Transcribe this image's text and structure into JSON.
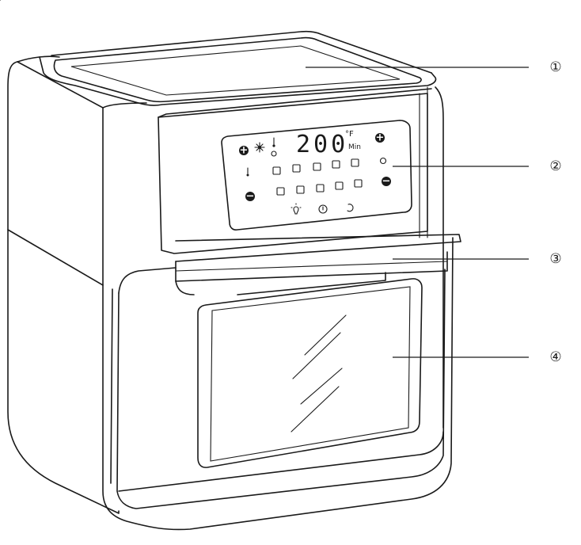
{
  "display": {
    "temperature": "200",
    "unit": "°F",
    "time_unit": "Min"
  },
  "callouts": [
    "①",
    "②",
    "③",
    "④"
  ],
  "icons": {
    "plus": "+",
    "minus": "−"
  }
}
